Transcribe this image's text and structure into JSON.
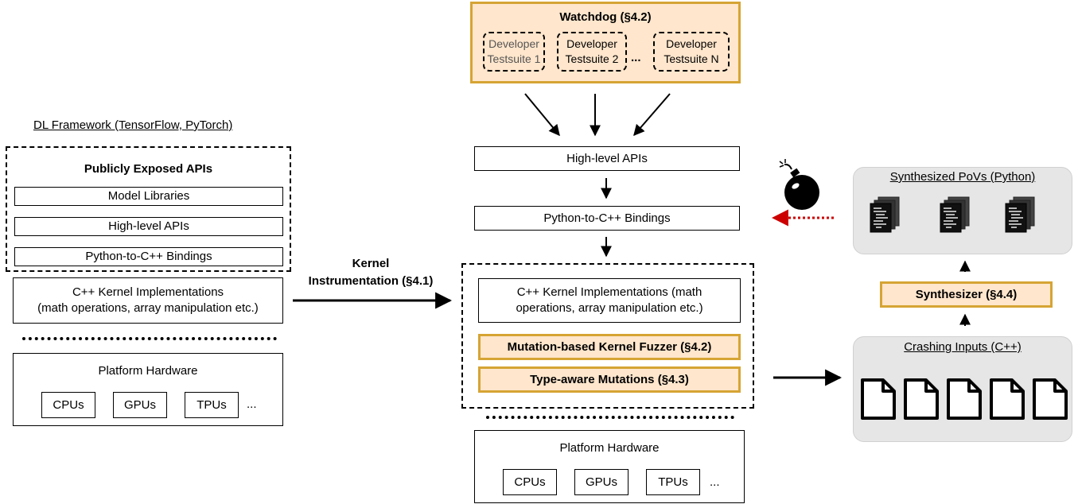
{
  "left": {
    "framework_label": "DL Framework (TensorFlow, PyTorch)",
    "exposed_title": "Publicly Exposed APIs",
    "model_libraries": "Model Libraries",
    "high_level_apis": "High-level APIs",
    "bindings": "Python-to-C++ Bindings",
    "kernel_line1": "C++ Kernel Implementations",
    "kernel_line2": "(math operations, array manipulation etc.)",
    "platform_title": "Platform Hardware",
    "hw": [
      "CPUs",
      "GPUs",
      "TPUs",
      "..."
    ]
  },
  "arrow_label": {
    "line1": "Kernel",
    "line2": "Instrumentation (§4.1)"
  },
  "center": {
    "watchdog_title": "Watchdog (§4.2)",
    "suite1_line1": "Developer",
    "suite1_line2": "Testsuite 1",
    "suite2_line1": "Developer",
    "suite2_line2": "Testsuite 2",
    "ellipsis": "...",
    "suiteN_line1": "Developer",
    "suiteN_line2": "Testsuite N",
    "high_level_apis": "High-level APIs",
    "bindings": "Python-to-C++ Bindings",
    "kernel_line1": "C++ Kernel Implementations (math",
    "kernel_line2": "operations, array manipulation etc.)",
    "fuzzer": "Mutation-based Kernel Fuzzer (§4.2)",
    "mutations": "Type-aware Mutations (§4.3)",
    "platform_title": "Platform Hardware",
    "hw": [
      "CPUs",
      "GPUs",
      "TPUs",
      "..."
    ]
  },
  "right": {
    "pov_label": "Synthesized PoVs (Python)",
    "synthesizer": "Synthesizer (§4.4)",
    "crash_label": "Crashing Inputs (C++)"
  },
  "colors": {
    "orange_fill": "#ffe6cc",
    "orange_border": "#d6a434",
    "grey_panel": "#e6e6e6",
    "red_arrow": "#cc0000"
  }
}
